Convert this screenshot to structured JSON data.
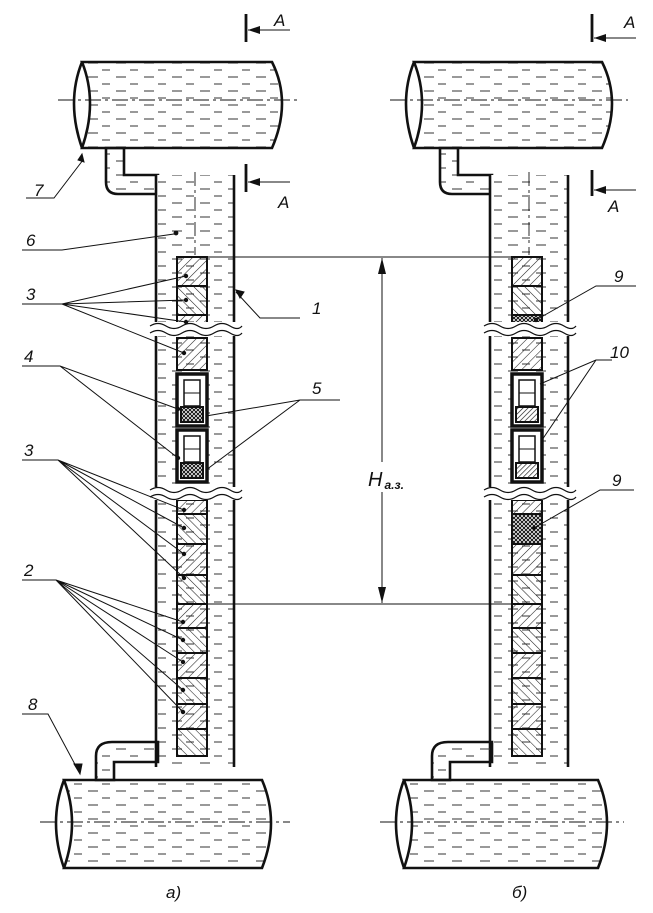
{
  "figure": {
    "panels": [
      {
        "id": "a",
        "caption": "а)"
      },
      {
        "id": "b",
        "caption": "б)"
      }
    ],
    "section_mark": "А",
    "height_label": {
      "main": "H",
      "subscript": "а.з."
    },
    "callouts_a": [
      {
        "key": "n7",
        "text": "7"
      },
      {
        "key": "n6",
        "text": "6"
      },
      {
        "key": "n3a",
        "text": "3"
      },
      {
        "key": "n1",
        "text": "1"
      },
      {
        "key": "n4",
        "text": "4"
      },
      {
        "key": "n5",
        "text": "5"
      },
      {
        "key": "n3b",
        "text": "3"
      },
      {
        "key": "n2",
        "text": "2"
      },
      {
        "key": "n8",
        "text": "8"
      }
    ],
    "callouts_b": [
      {
        "key": "n9a",
        "text": "9"
      },
      {
        "key": "n10",
        "text": "10"
      },
      {
        "key": "n9b",
        "text": "9"
      }
    ]
  },
  "colors": {
    "ink": "#111111",
    "hatch": "#222222",
    "water_dash": "#333333"
  }
}
